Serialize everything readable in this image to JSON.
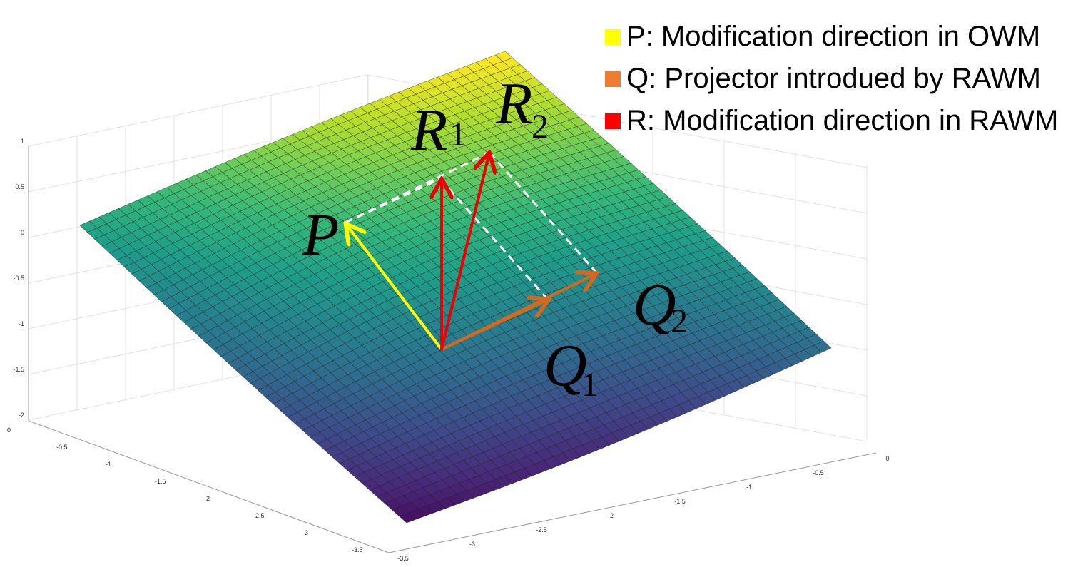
{
  "legend": [
    {
      "color": "#ffff00",
      "text": "P: Modification direction in OWM"
    },
    {
      "color": "#ed7d31",
      "text": "Q: Projector introdued by RAWM"
    },
    {
      "color": "#ff0000",
      "text": "R: Modification direction in RAWM"
    }
  ],
  "vector_labels": {
    "p": "P",
    "q1": "Q",
    "q1_sub": "1",
    "q2": "Q",
    "q2_sub": "2",
    "r1": "R",
    "r1_sub": "1",
    "r2": "R",
    "r2_sub": "2"
  },
  "axes": {
    "z_ticks": [
      "1",
      "0.5",
      "0",
      "-0.5",
      "-1",
      "-1.5",
      "-2"
    ],
    "x_ticks": [
      "0",
      "-0.5",
      "-1",
      "-1.5",
      "-2",
      "-2.5",
      "-3",
      "-3.5"
    ],
    "y_ticks": [
      "-3.5",
      "-3",
      "-2.5",
      "-2",
      "-1.5",
      "-1",
      "-0.5",
      "0"
    ]
  },
  "colors": {
    "surface_high": "#fde725",
    "surface_low": "#440154",
    "p_arrow": "#ffff00",
    "q_arrow": "#d2691e",
    "r_arrow": "#ee0000",
    "dashed": "#ffffff"
  }
}
